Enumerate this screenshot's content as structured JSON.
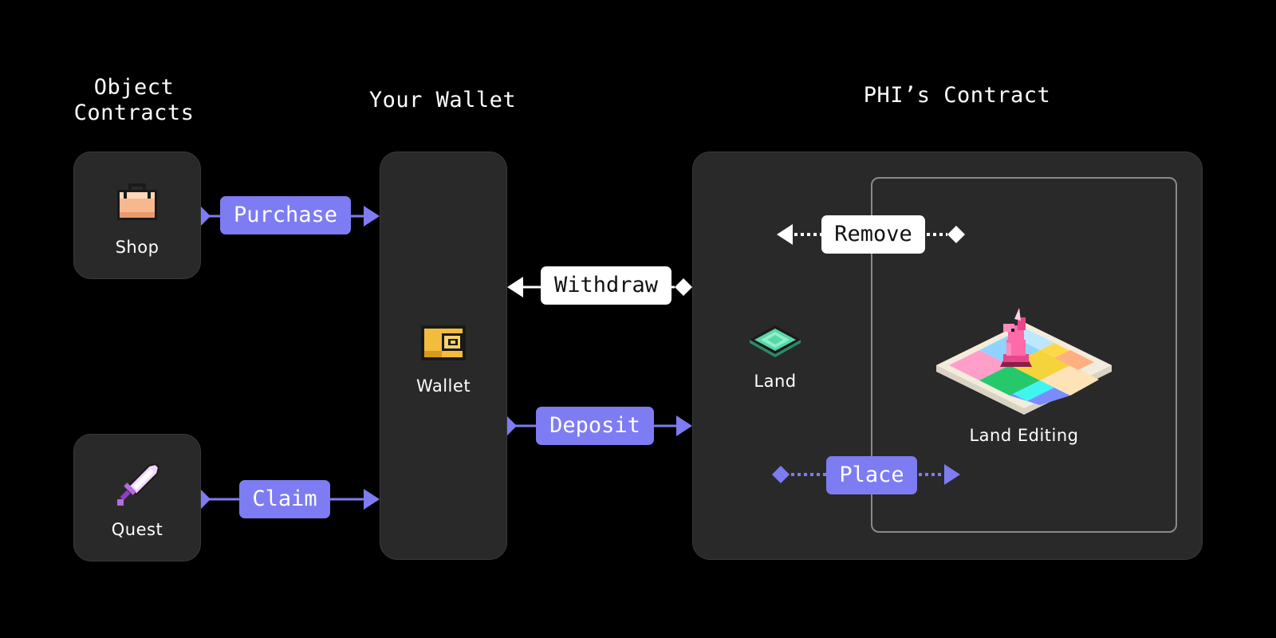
{
  "headings": {
    "object_contracts": "Object\nContracts",
    "your_wallet": "Your Wallet",
    "phi_contract": "PHI’s Contract"
  },
  "nodes": {
    "shop": "Shop",
    "quest": "Quest",
    "wallet": "Wallet",
    "land": "Land",
    "land_editing": "Land Editing"
  },
  "actions": {
    "purchase": "Purchase",
    "claim": "Claim",
    "withdraw": "Withdraw",
    "deposit": "Deposit",
    "remove": "Remove",
    "place": "Place"
  },
  "colors": {
    "background": "#000000",
    "panel": "#292929",
    "accent_purple": "#7e7cf2",
    "white": "#ffffff"
  },
  "icons": {
    "shop": "shopping-bag-icon",
    "quest": "sword-icon",
    "wallet": "wallet-icon",
    "land": "land-tile-icon",
    "land_editing": "land-board-with-unicorn-icon"
  }
}
